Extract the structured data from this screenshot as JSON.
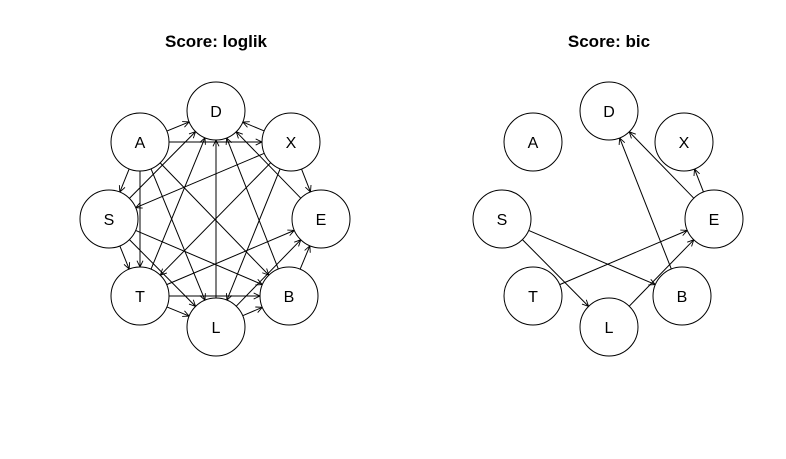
{
  "panels": [
    {
      "title": "Score: loglik",
      "nodes": [
        "D",
        "A",
        "X",
        "S",
        "E",
        "T",
        "B",
        "L"
      ],
      "edges": [
        [
          "A",
          "D"
        ],
        [
          "A",
          "X"
        ],
        [
          "A",
          "S"
        ],
        [
          "A",
          "T"
        ],
        [
          "A",
          "L"
        ],
        [
          "A",
          "B"
        ],
        [
          "X",
          "D"
        ],
        [
          "X",
          "E"
        ],
        [
          "X",
          "S"
        ],
        [
          "X",
          "T"
        ],
        [
          "X",
          "L"
        ],
        [
          "S",
          "D"
        ],
        [
          "S",
          "T"
        ],
        [
          "S",
          "B"
        ],
        [
          "S",
          "L"
        ],
        [
          "T",
          "D"
        ],
        [
          "T",
          "E"
        ],
        [
          "T",
          "L"
        ],
        [
          "T",
          "B"
        ],
        [
          "L",
          "D"
        ],
        [
          "L",
          "B"
        ],
        [
          "L",
          "E"
        ],
        [
          "B",
          "D"
        ],
        [
          "B",
          "E"
        ],
        [
          "E",
          "D"
        ]
      ]
    },
    {
      "title": "Score: bic",
      "nodes": [
        "D",
        "A",
        "X",
        "S",
        "E",
        "T",
        "B",
        "L"
      ],
      "edges": [
        [
          "E",
          "D"
        ],
        [
          "B",
          "D"
        ],
        [
          "E",
          "X"
        ],
        [
          "S",
          "B"
        ],
        [
          "S",
          "L"
        ],
        [
          "T",
          "E"
        ],
        [
          "L",
          "E"
        ]
      ]
    }
  ]
}
